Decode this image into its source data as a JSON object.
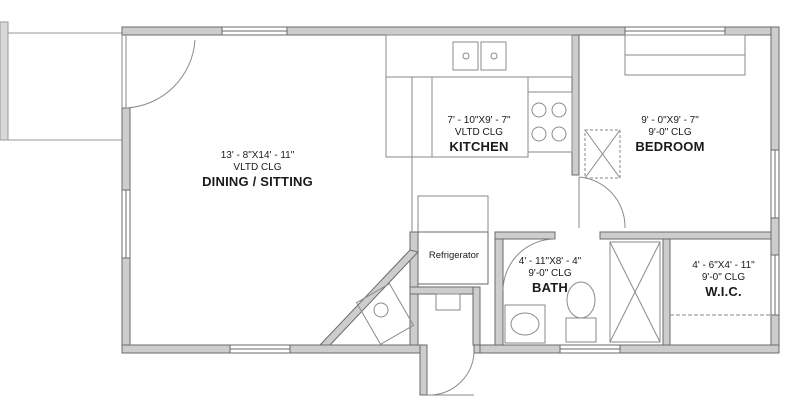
{
  "rooms": {
    "dining": {
      "dimensions": "13' - 8\"X14' - 11\"",
      "ceiling": "VLTD CLG",
      "name": "DINING / SITTING"
    },
    "kitchen": {
      "dimensions": "7' - 10\"X9' - 7\"",
      "ceiling": "VLTD CLG",
      "name": "KITCHEN"
    },
    "bedroom": {
      "dimensions": "9' - 0\"X9' - 7\"",
      "ceiling": "9'-0\" CLG",
      "name": "BEDROOM"
    },
    "bath": {
      "dimensions": "4' - 11\"X8' - 4\"",
      "ceiling": "9'-0\" CLG",
      "name": "BATH"
    },
    "wic": {
      "dimensions": "4' - 6\"X4' - 11\"",
      "ceiling": "9'-0\" CLG",
      "name": "W.I.C."
    }
  },
  "fixtures": {
    "refrigerator": "Refrigerator"
  },
  "colors": {
    "wall_fill": "#cdcdcd",
    "wall_stroke": "#6a6a6a",
    "fixture_stroke": "#8a8a8a",
    "text": "#1a1a1a"
  }
}
